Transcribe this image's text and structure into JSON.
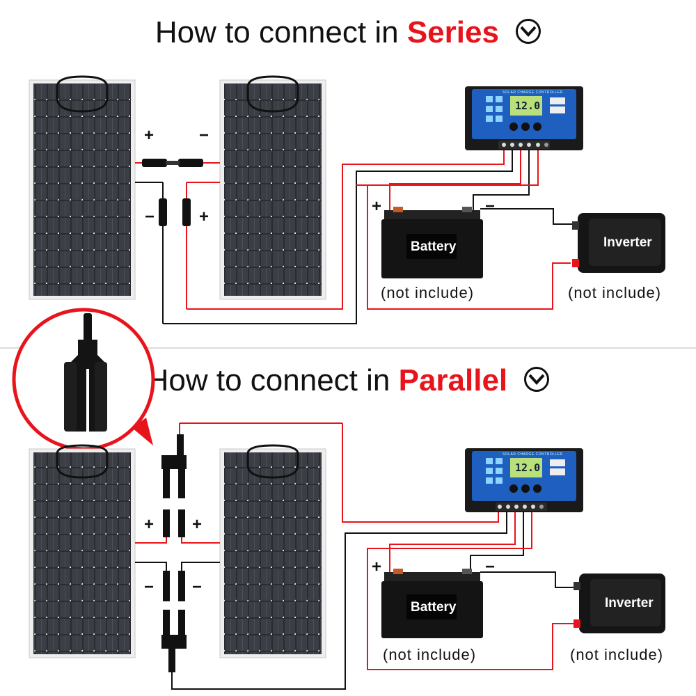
{
  "series": {
    "title_prefix": "How to connect in",
    "title_highlight": "Series",
    "plus": "+",
    "minus": "−",
    "battery_label": "Battery",
    "inverter_label": "Inverter",
    "battery_note": "(not include)",
    "inverter_note": "(not include)"
  },
  "parallel": {
    "title_prefix": "How to connect in",
    "title_highlight": "Parallel",
    "plus": "+",
    "minus": "−",
    "battery_label": "Battery",
    "inverter_label": "Inverter",
    "battery_note": "(not include)",
    "inverter_note": "(not include)"
  },
  "controller": {
    "title": "SOLAR CHARGE CONTROLLER",
    "display": "12.0"
  },
  "colors": {
    "highlight": "#e8141b",
    "wire_positive": "#e8141b",
    "wire_negative": "#111111",
    "controller_body": "#1e5fc0"
  }
}
